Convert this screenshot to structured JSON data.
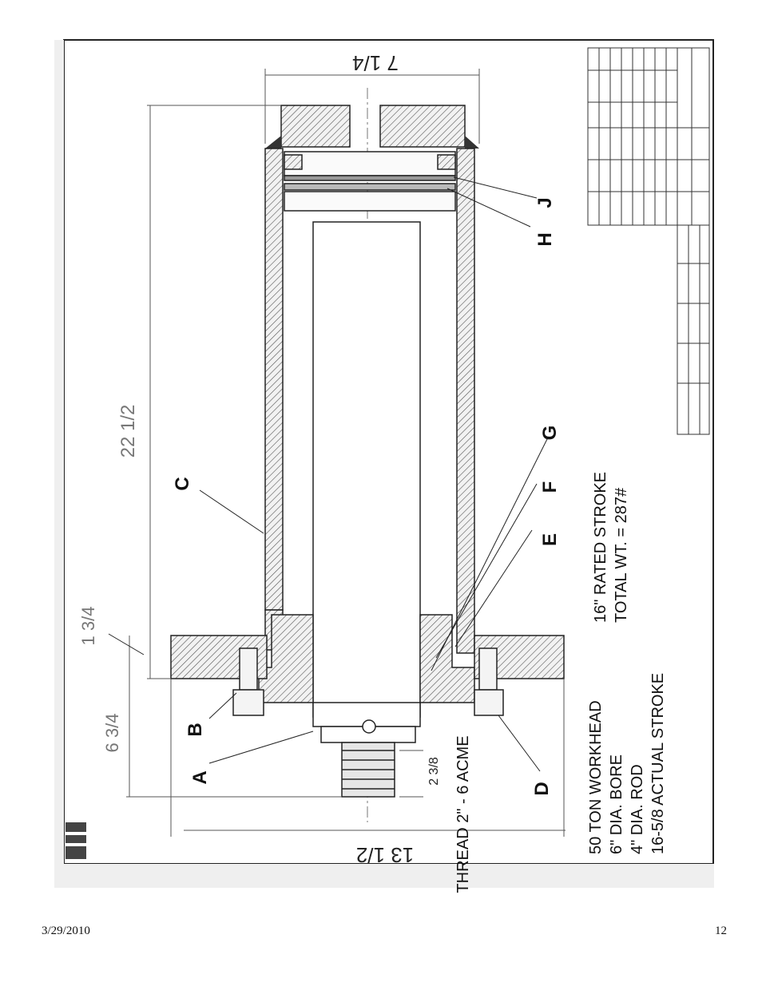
{
  "drawing": {
    "dimensions": {
      "overall_width": "7 1/4",
      "overall_length": "22 1/2",
      "flange_thickness": "1 3/4",
      "flange_to_rod_end": "6 3/4",
      "flange_width": "13 1/2",
      "thread_length": "2 3/8",
      "thread_spec": "THREAD 2\" - 6 ACME"
    },
    "callouts": [
      "A",
      "B",
      "C",
      "D",
      "E",
      "F",
      "G",
      "H",
      "J"
    ],
    "notes": {
      "rated_stroke": "16\" RATED STROKE",
      "total_weight": "TOTAL WT. = 287#",
      "model": "50 TON WORKHEAD",
      "bore": "6\" DIA. BORE",
      "rod": "4\" DIA. ROD",
      "actual_stroke": "16-5/8 ACTUAL STROKE"
    }
  },
  "footer": {
    "date": "3/29/2010",
    "page_number": "12"
  }
}
